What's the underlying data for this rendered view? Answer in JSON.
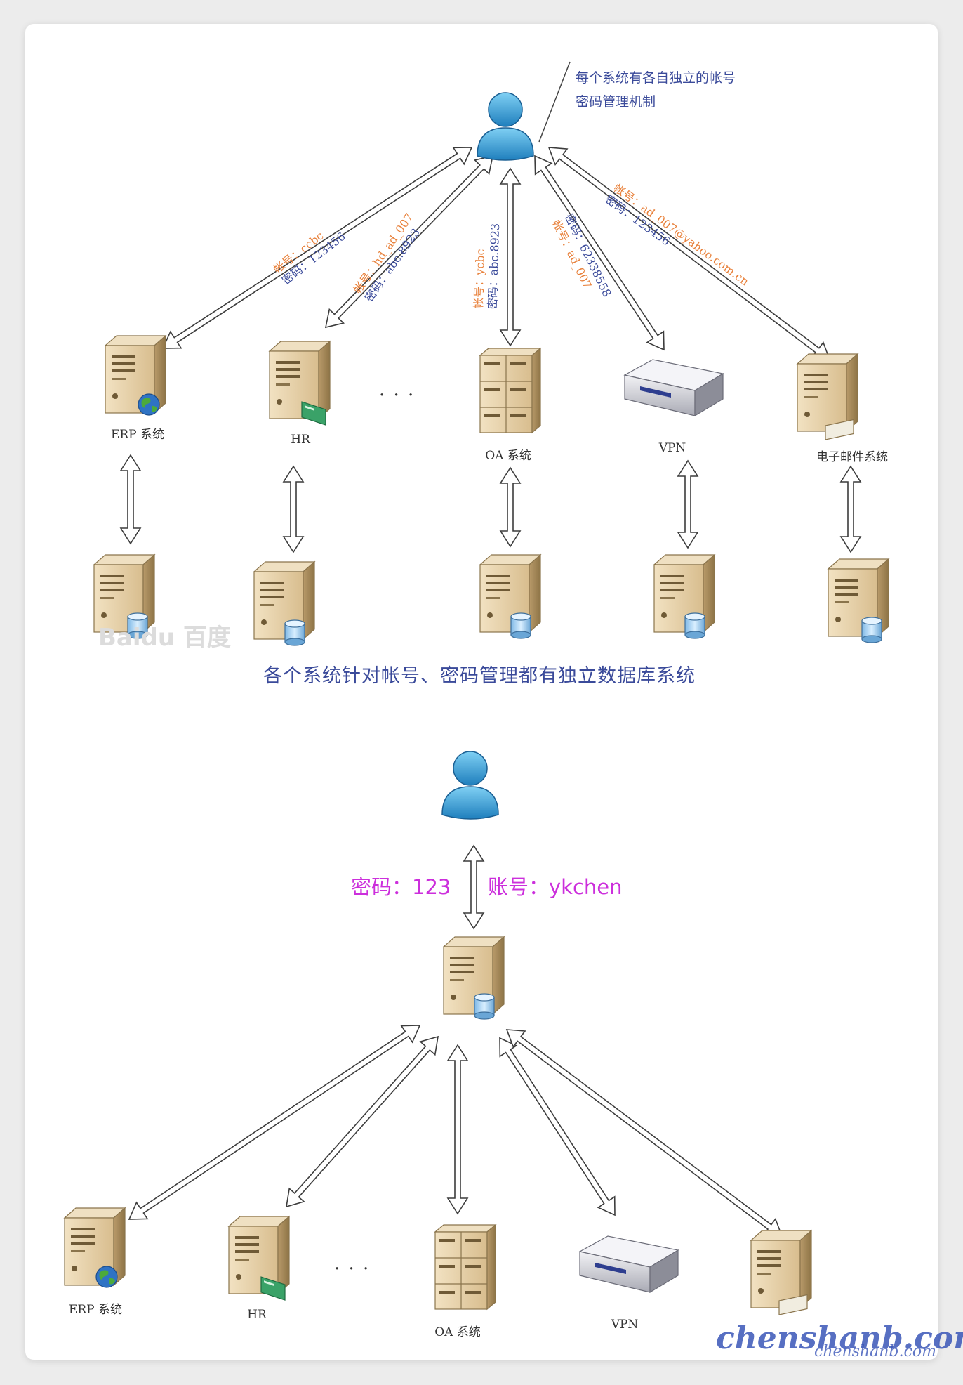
{
  "top": {
    "note_lines": [
      "每个系统有各自独立的帐号",
      "密码管理机制"
    ],
    "links": [
      {
        "account": "帐号：ccbc",
        "password": "密码：123456"
      },
      {
        "account": "帐号：hd_ad_007",
        "password": "密码：abc.8923"
      },
      {
        "account": "帐号：ycbc",
        "password": "密码：abc.8923"
      },
      {
        "account": "帐号：ad_007",
        "password": "密码：62338558"
      },
      {
        "account": "帐号：ad_007@yahoo.com.cn",
        "password": "密码：123456"
      }
    ],
    "systems": [
      "ERP 系统",
      "HR",
      "OA 系统",
      "VPN",
      "电子邮件系统"
    ],
    "ellipsis": "· · ·",
    "caption": "各个系统针对帐号、密码管理都有独立数据库系统"
  },
  "bottom": {
    "password": "密码：123",
    "account": "账号：ykchen",
    "systems": [
      "ERP 系统",
      "HR",
      "OA 系统",
      "VPN"
    ],
    "ellipsis": "· · ·"
  },
  "watermark": {
    "main": "chenshanb.com",
    "sub": "chenshanb.com",
    "baidu": "Baidu 百度"
  }
}
